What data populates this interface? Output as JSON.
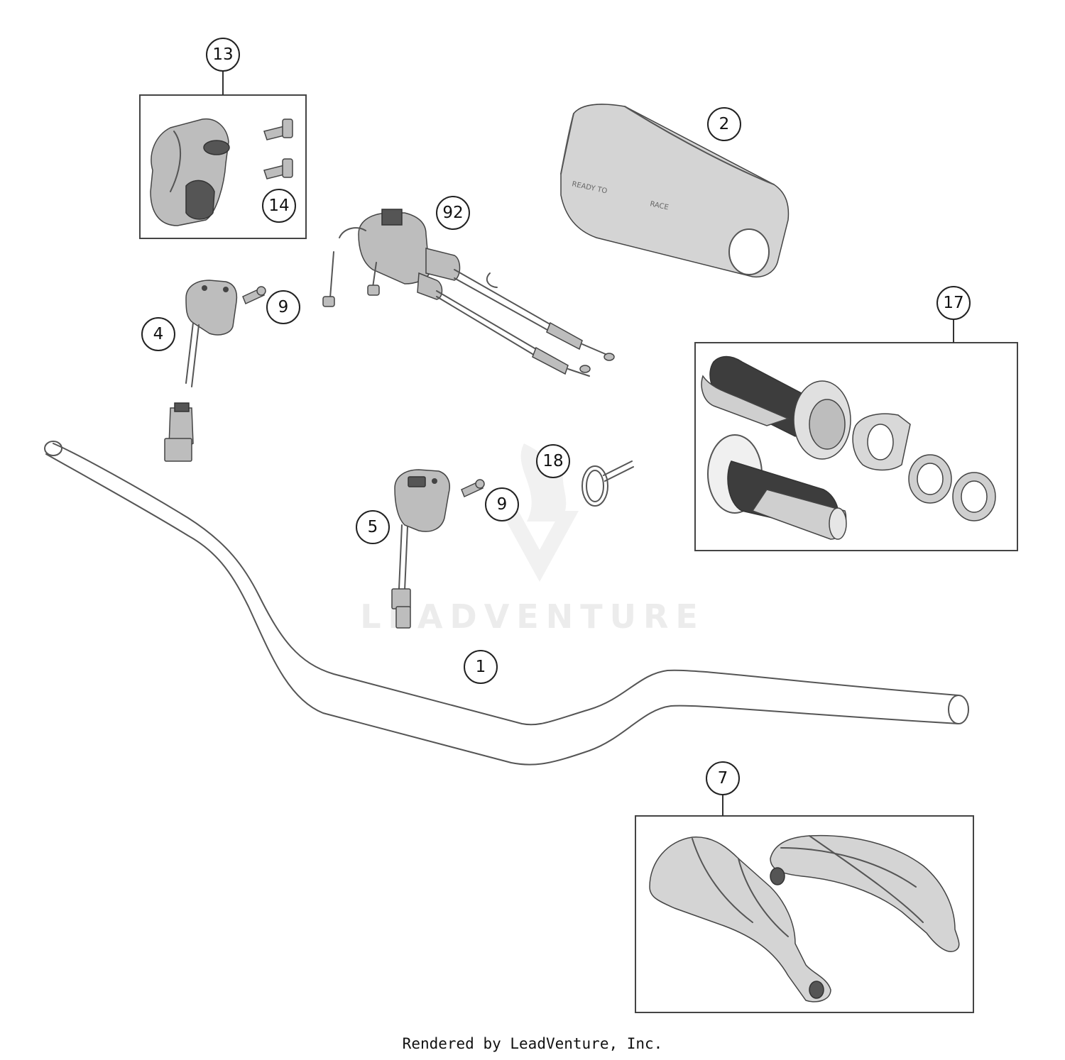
{
  "callouts": {
    "c13": "13",
    "c14": "14",
    "c2": "2",
    "c92": "92",
    "c9a": "9",
    "c4": "4",
    "c17": "17",
    "c18": "18",
    "c9b": "9",
    "c5": "5",
    "c1": "1",
    "c7": "7"
  },
  "pad_text": {
    "left": "READY TO",
    "right": "RACE"
  },
  "watermark": "LEADVENTURE",
  "footer": "Rendered by LeadVenture, Inc."
}
